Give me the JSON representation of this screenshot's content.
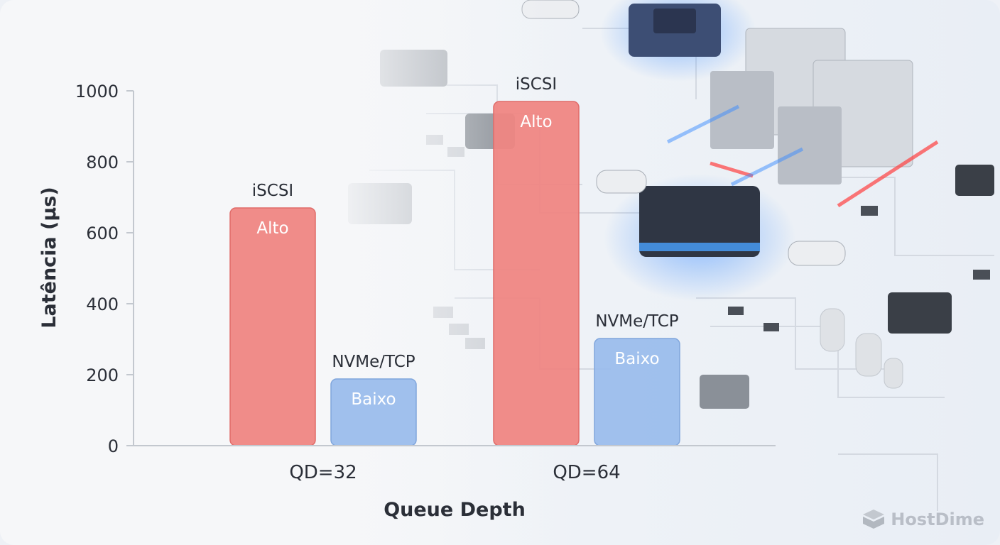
{
  "brand": {
    "name": "HostDime",
    "icon": "hostdime-logo-icon"
  },
  "colors": {
    "iscsi": "#ef8683",
    "iscsi_edge": "#e06b69",
    "nvme": "#9bbdec",
    "nvme_edge": "#80a6dc",
    "text": "#2b2f38"
  },
  "chart_data": {
    "type": "bar",
    "title": "",
    "xlabel": "Queue Depth",
    "ylabel": "Latência (µs)",
    "ylim": [
      0,
      1000
    ],
    "yticks": [
      0,
      200,
      400,
      600,
      800,
      1000
    ],
    "grid": false,
    "categories": [
      "QD=32",
      "QD=64"
    ],
    "series": [
      {
        "name": "iSCSI",
        "values": [
          670,
          970
        ],
        "bar_labels": [
          "Alto",
          "Alto"
        ]
      },
      {
        "name": "NVMe/TCP",
        "values": [
          188,
          302
        ],
        "bar_labels": [
          "Baixo",
          "Baixo"
        ]
      }
    ]
  }
}
